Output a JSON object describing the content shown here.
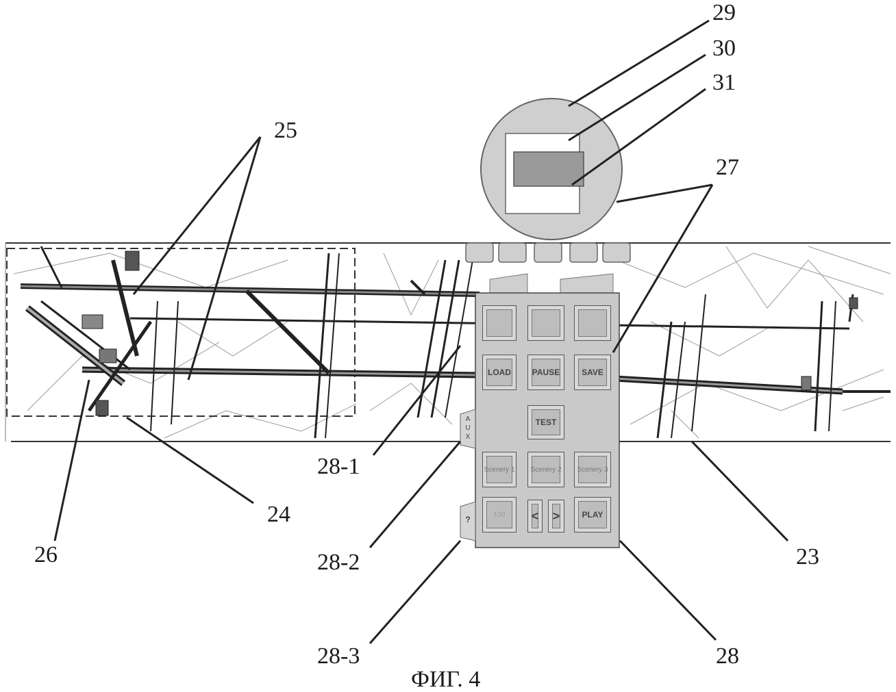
{
  "figure": {
    "caption": "ФИГ. 4",
    "callouts": {
      "c23": "23",
      "c24": "24",
      "c25": "25",
      "c26": "26",
      "c27": "27",
      "c28": "28",
      "c28_1": "28-1",
      "c28_2": "28-2",
      "c28_3": "28-3",
      "c29": "29",
      "c30": "30",
      "c31": "31"
    }
  },
  "panel": {
    "buttons": {
      "load": "LOAD",
      "pause": "PAUSE",
      "save": "SAVE",
      "test": "TEST",
      "scenery1": "Scenery 1",
      "scenery2": "Scenery 2",
      "scenery3": "Scenery 3",
      "prev": "<",
      "next": ">",
      "play": "PLAY",
      "b100": "100"
    },
    "side_tabs": {
      "aux": "A\nU\nX",
      "help": "?"
    }
  }
}
